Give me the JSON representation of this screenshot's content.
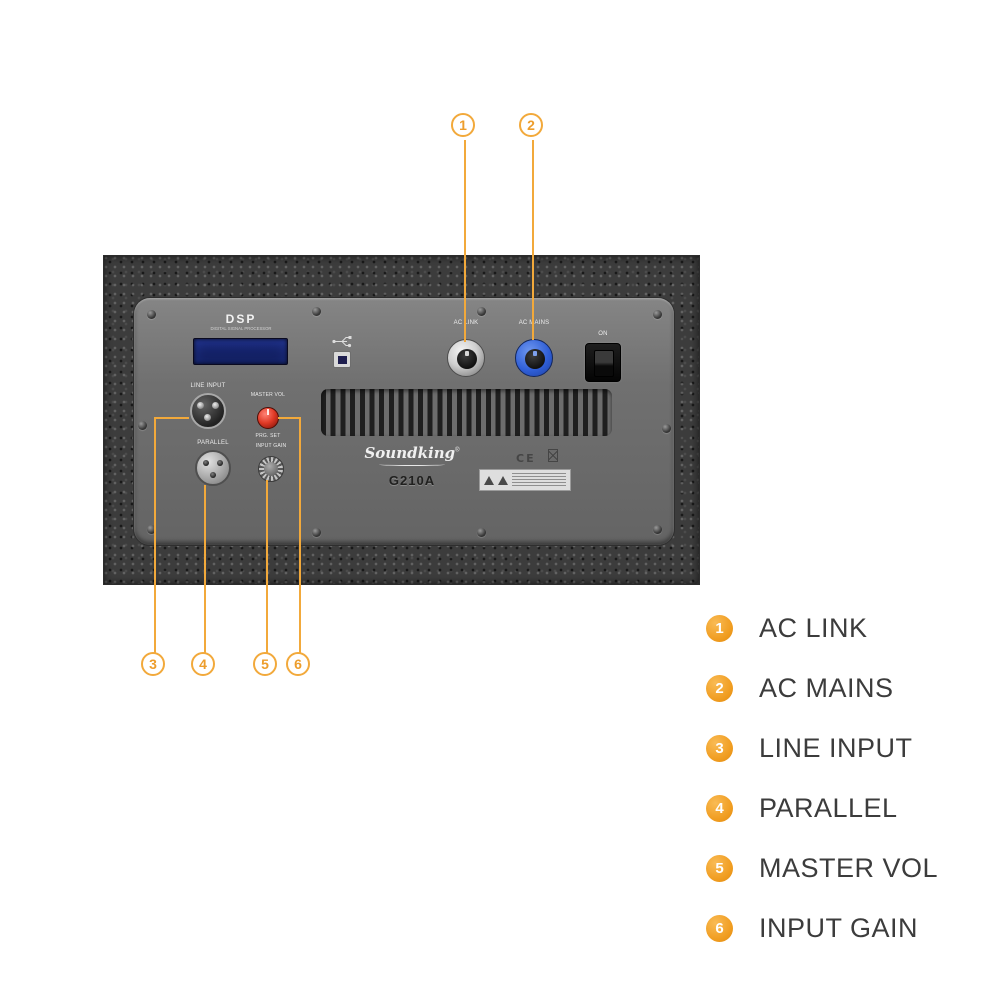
{
  "panel": {
    "dsp_title": "DSP",
    "dsp_subtitle": "DIGITAL SIGNAL PROCESSOR",
    "ac_link_label": "AC LINK",
    "ac_mains_label": "AC MAINS",
    "power_label": "ON",
    "line_input_label": "LINE INPUT",
    "parallel_label": "PARALLEL",
    "master_vol_label": "MASTER VOL",
    "prg_set_label": "PRG. SET",
    "input_gain_label": "INPUT GAIN",
    "brand": "Soundking",
    "reg_mark": "®",
    "model": "G210A",
    "ce_mark": "CE"
  },
  "callouts": {
    "c1": "1",
    "c2": "2",
    "c3": "3",
    "c4": "4",
    "c5": "5",
    "c6": "6"
  },
  "legend": [
    {
      "num": "1",
      "label": "AC LINK"
    },
    {
      "num": "2",
      "label": "AC MAINS"
    },
    {
      "num": "3",
      "label": "LINE INPUT"
    },
    {
      "num": "4",
      "label": "PARALLEL"
    },
    {
      "num": "5",
      "label": "MASTER VOL"
    },
    {
      "num": "6",
      "label": "INPUT GAIN"
    }
  ],
  "colors": {
    "accent": "#F2A93B",
    "cabinet": "#3c3c3c",
    "plate": "#707070",
    "lcd": "#16246e",
    "ac_mains_blue": "#2f5ed6",
    "master_vol_red": "#e03a26"
  }
}
